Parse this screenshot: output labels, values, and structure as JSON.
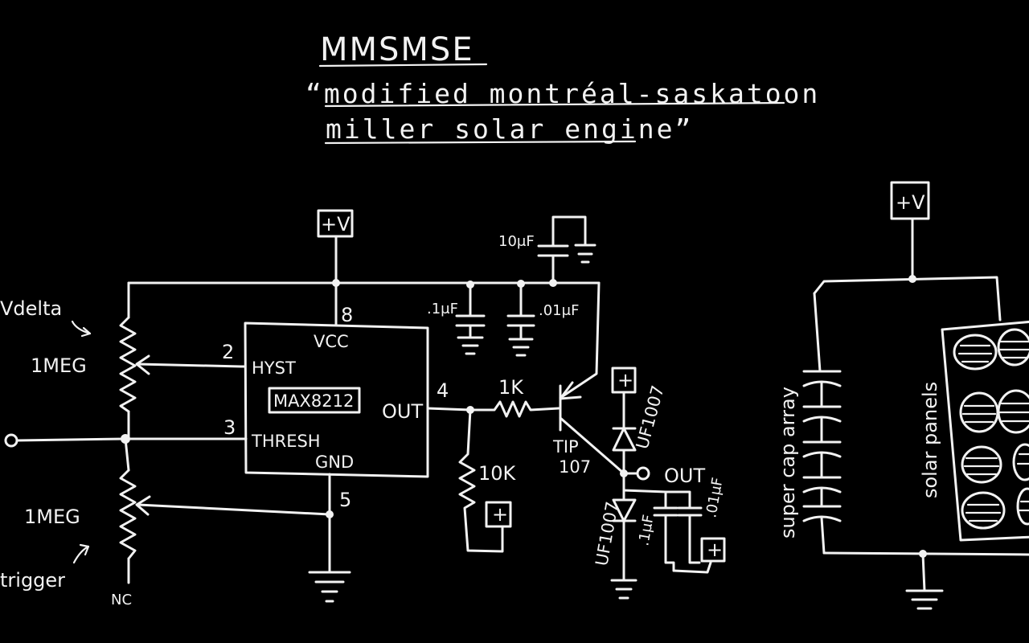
{
  "title": "MMSMSE",
  "subtitle_line1": "“modified montréal-saskatoon",
  "subtitle_line2": "miller solar engine”",
  "labels": {
    "vdelta": "Vdelta",
    "trigger": "trigger",
    "pot1": "1MEG",
    "pot2": "1MEG",
    "nc": "NC",
    "chip": "MAX8212",
    "vcc": "VCC",
    "hyst": "HYST",
    "thresh": "THRESH",
    "gnd": "GND",
    "out_pin": "OUT",
    "pin8": "8",
    "pin2": "2",
    "pin3": "3",
    "pin4": "4",
    "pin5": "5",
    "r1k": "1K",
    "r10k": "10K",
    "c10uf": "10μF",
    "c1uf": ".1μF",
    "c01uf": ".01μF",
    "transistor_line1": "TIP",
    "transistor_line2": "107",
    "diode1": "UF1007",
    "diode2": "UF1007",
    "out": "OUT",
    "cap_out1": ".1μF",
    "cap_out2": ".01μF",
    "vplus_main": "+V",
    "vplus_right": "+V",
    "plus": "+",
    "supercap": "super cap array",
    "solar": "solar panels"
  }
}
